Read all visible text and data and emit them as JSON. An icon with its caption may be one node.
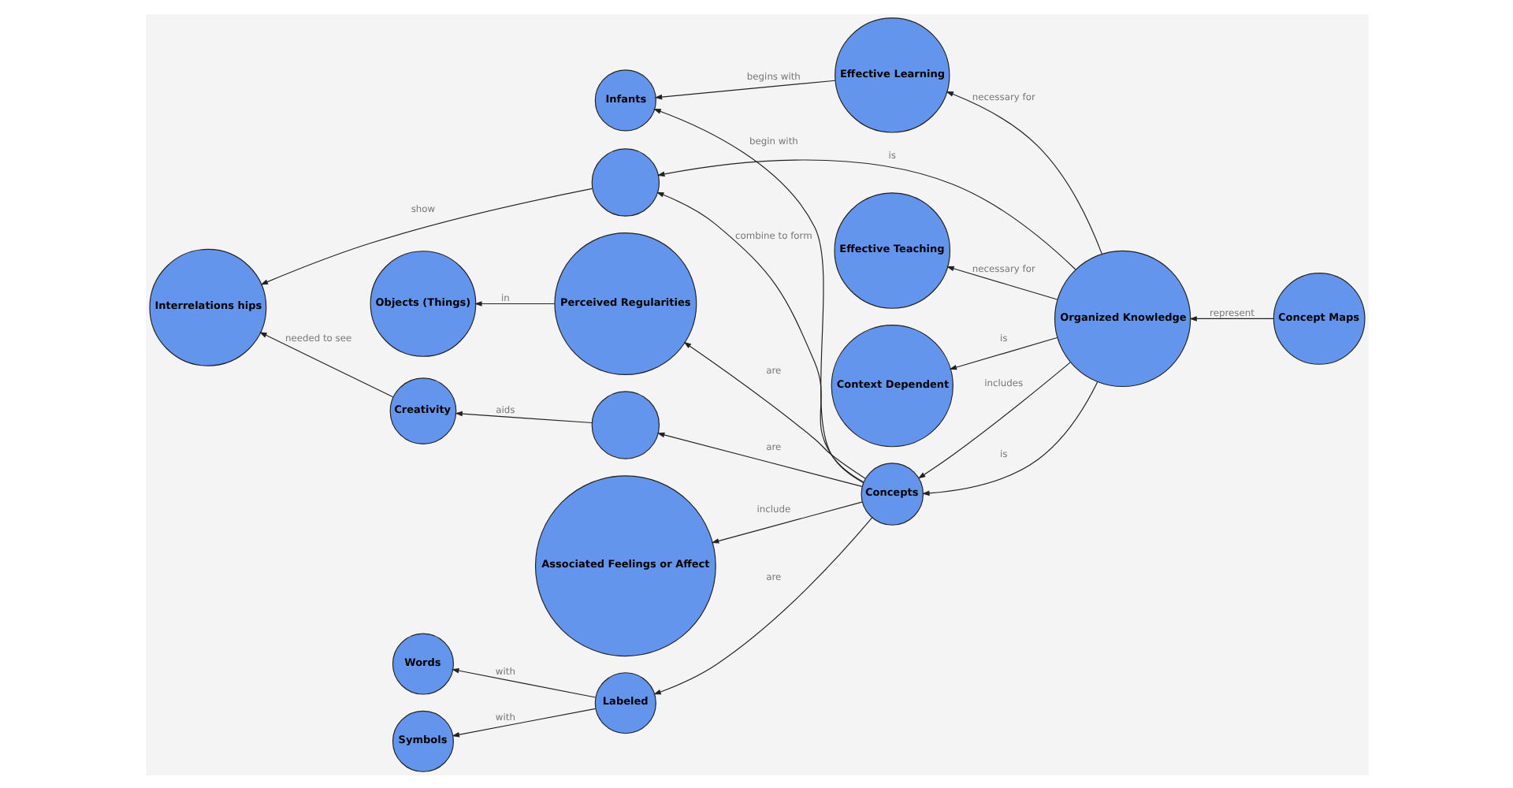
{
  "diagram": {
    "nodes": [
      {
        "text": [
          "Symbols"
        ]
      },
      {
        "text": [
          "Words"
        ]
      },
      {
        "text": [
          "Labeled"
        ]
      },
      {
        "text": [
          "Effective Teaching"
        ]
      },
      {
        "text": [
          "Context Dependent"
        ]
      },
      {
        "text": [
          "Effective Learning"
        ]
      },
      {
        "text": [
          "Infants"
        ]
      },
      {
        "text": [
          "Organized Knowledge"
        ]
      },
      {
        "text": [
          "Concept Maps"
        ]
      },
      {
        "text": [
          "Concepts"
        ]
      },
      {
        "text": [
          "Creativity"
        ]
      },
      {
        "text": [
          "Associated Feelings or Affect"
        ]
      },
      {
        "text": [
          "Perceived Regularities"
        ]
      },
      {
        "text": [
          "Objects (Things)"
        ]
      },
      {
        "text": [
          "Interrelations hips"
        ]
      },
      {
        "text": [],
        "shape": "circle"
      },
      {
        "text": [],
        "shape": "circle"
      }
    ],
    "edges": [
      {
        "from": 2,
        "to": 0,
        "arrow": "to",
        "label": "with"
      },
      {
        "from": 2,
        "to": 1,
        "arrow": "to",
        "label": "with"
      },
      {
        "from": 9,
        "to": 2,
        "arrow": "to",
        "label": "are"
      },
      {
        "from": 5,
        "to": 6,
        "arrow": "to",
        "label": "begins with"
      },
      {
        "from": 7,
        "to": 5,
        "arrow": "to",
        "label": "necessary for"
      },
      {
        "from": 7,
        "to": 3,
        "arrow": "to",
        "label": "necessary for"
      },
      {
        "from": 7,
        "to": 4,
        "arrow": "to",
        "label": "is"
      },
      {
        "from": 8,
        "to": 7,
        "arrow": "to",
        "label": "represent"
      },
      {
        "from": 7,
        "to": 9,
        "arrow": "to",
        "label": "is"
      },
      {
        "from": 7,
        "to": 9,
        "arrow": "to",
        "label": "includes"
      },
      {
        "from": 9,
        "to": 6,
        "arrow": "to",
        "label": "begin with"
      },
      {
        "from": 9,
        "to": 11,
        "arrow": "to",
        "label": "include"
      },
      {
        "from": 9,
        "to": 12,
        "arrow": "to",
        "label": "are"
      },
      {
        "from": 9,
        "to": 15,
        "arrow": "to",
        "label": "combine to form"
      },
      {
        "from": 7,
        "to": 15,
        "arrow": "to",
        "label": "is"
      },
      {
        "from": 9,
        "to": 16,
        "arrow": "to",
        "label": "are"
      },
      {
        "from": 12,
        "to": 13,
        "arrow": "to",
        "label": "in"
      },
      {
        "from": 10,
        "to": 14,
        "arrow": "to",
        "label": "needed to see"
      },
      {
        "from": 16,
        "to": 10,
        "arrow": "to",
        "label": "aids"
      },
      {
        "from": 15,
        "to": 14,
        "arrow": "to",
        "label": "show"
      }
    ]
  }
}
